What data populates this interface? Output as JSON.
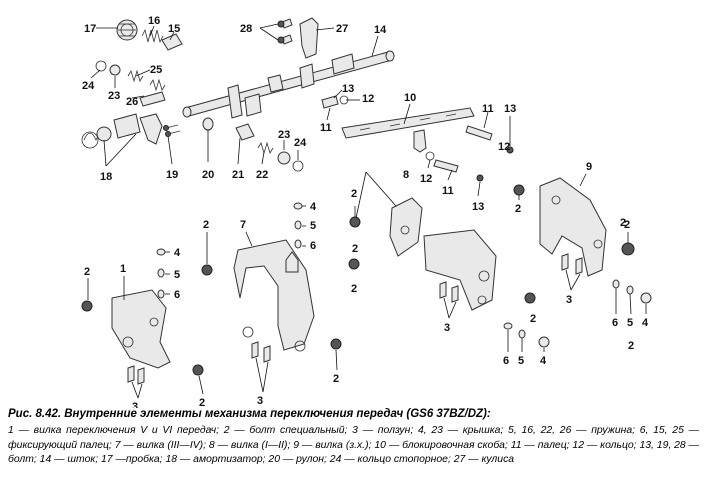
{
  "figure": {
    "title": "Рис. 8.42. Внутренние элементы механизма переключения передач (GS6 37BZ/DZ):",
    "legend_text": "1 — вилка переключения V и VI передач; 2 — болт специальный; 3 — ползун; 4, 23 — крышка; 5, 16, 22, 26 — пружина; 6, 15, 25 — фиксирующий палец; 7 — вилка (III—IV); 8 — вилка (I—II); 9 — вилка (з.х.); 10 — блокировочная скоба; 11 — палец; 12 — кольцо; 13, 19, 28 — болт; 14 — шток; 17 —пробка; 18 — амортизатор; 20 — рулон; 24 — кольцо стопорное; 27 — кулиса"
  },
  "callouts": [
    {
      "id": "c17",
      "text": "17"
    },
    {
      "id": "c16",
      "text": "16"
    },
    {
      "id": "c15",
      "text": "15"
    },
    {
      "id": "c28",
      "text": "28"
    },
    {
      "id": "c27",
      "text": "27"
    },
    {
      "id": "c14",
      "text": "14"
    },
    {
      "id": "c24a",
      "text": "24"
    },
    {
      "id": "c23a",
      "text": "23"
    },
    {
      "id": "c25",
      "text": "25"
    },
    {
      "id": "c26",
      "text": "26"
    },
    {
      "id": "c13a",
      "text": "13"
    },
    {
      "id": "c12a",
      "text": "12"
    },
    {
      "id": "c10",
      "text": "10"
    },
    {
      "id": "c11a",
      "text": "11"
    },
    {
      "id": "c11b",
      "text": "11"
    },
    {
      "id": "c13b",
      "text": "13"
    },
    {
      "id": "c12b",
      "text": "12"
    },
    {
      "id": "c11c",
      "text": "11"
    },
    {
      "id": "c12c",
      "text": "12"
    },
    {
      "id": "c13c",
      "text": "13"
    },
    {
      "id": "c18",
      "text": "18"
    },
    {
      "id": "c19",
      "text": "19"
    },
    {
      "id": "c20",
      "text": "20"
    },
    {
      "id": "c21",
      "text": "21"
    },
    {
      "id": "c22",
      "text": "22"
    },
    {
      "id": "c23b",
      "text": "23"
    },
    {
      "id": "c24b",
      "text": "24"
    },
    {
      "id": "c2a",
      "text": "2"
    },
    {
      "id": "c2b",
      "text": "2"
    },
    {
      "id": "c8",
      "text": "8"
    },
    {
      "id": "c9",
      "text": "9"
    },
    {
      "id": "c2c",
      "text": "2"
    },
    {
      "id": "c4a",
      "text": "4"
    },
    {
      "id": "c5a",
      "text": "5"
    },
    {
      "id": "c6a",
      "text": "6"
    },
    {
      "id": "c2d",
      "text": "2"
    },
    {
      "id": "c7",
      "text": "7"
    },
    {
      "id": "c2e",
      "text": "2"
    },
    {
      "id": "c2f",
      "text": "2"
    },
    {
      "id": "c4b",
      "text": "4"
    },
    {
      "id": "c5b",
      "text": "5"
    },
    {
      "id": "c6b",
      "text": "6"
    },
    {
      "id": "c2g",
      "text": "2"
    },
    {
      "id": "c1",
      "text": "1"
    },
    {
      "id": "c2h",
      "text": "2"
    },
    {
      "id": "c3a",
      "text": "3"
    },
    {
      "id": "c2i",
      "text": "2"
    },
    {
      "id": "c2j",
      "text": "2"
    },
    {
      "id": "c3b",
      "text": "3"
    },
    {
      "id": "c2k",
      "text": "2"
    },
    {
      "id": "c3c",
      "text": "3"
    },
    {
      "id": "c6c",
      "text": "6"
    },
    {
      "id": "c5c",
      "text": "5"
    },
    {
      "id": "c4c",
      "text": "4"
    },
    {
      "id": "c3d",
      "text": "3"
    },
    {
      "id": "c6d",
      "text": "6"
    },
    {
      "id": "c5d",
      "text": "5"
    },
    {
      "id": "c4d",
      "text": "4"
    },
    {
      "id": "c2l",
      "text": "2"
    }
  ]
}
